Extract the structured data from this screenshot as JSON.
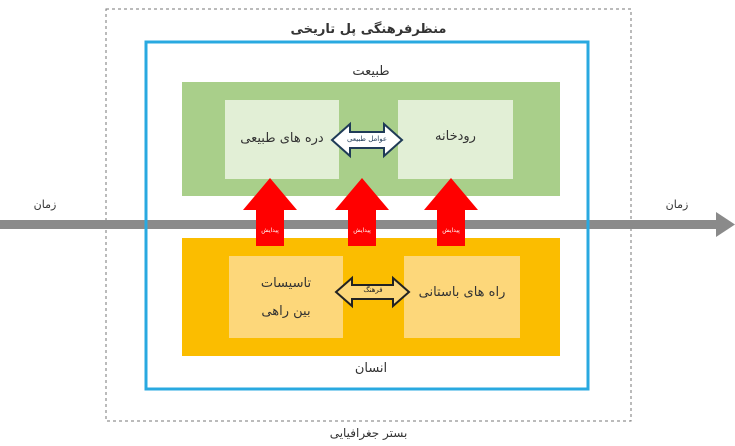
{
  "outer_label": "منظرفرهنگی پل تاریخی",
  "bottom_label": "بستر جغرافیایی",
  "nature_label": "طبیعت",
  "human_label": "انسان",
  "time_left": "زمان",
  "time_right": "زمان",
  "nature": {
    "left_box": "دره های طبیعی",
    "right_box": "رودخانه",
    "link_label": "عوامل طبیعی"
  },
  "human": {
    "left_box_line1": "تاسیسات",
    "left_box_line2": "بین راهی",
    "right_box": "راه های باستانی",
    "link_label": "فرهنگ"
  },
  "up_arrows": [
    "پیدایش",
    "پیدایش",
    "پیدایش"
  ],
  "colors": {
    "nature_bg": "#a9cf8a",
    "nature_box": "#e2efd6",
    "human_bg": "#fbbd00",
    "human_box": "#fdd77a",
    "frame": "#29a9e0",
    "arrow_red": "#ff0000",
    "timeline": "#8a8a8a"
  }
}
